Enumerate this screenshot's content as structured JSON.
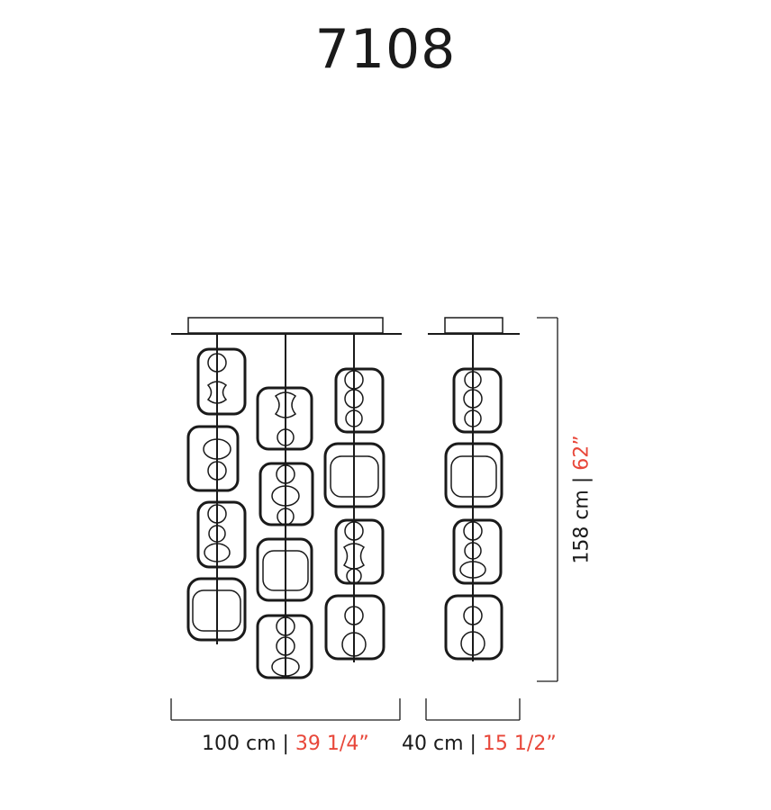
{
  "title": "7108",
  "dimensions": {
    "width_three_column": {
      "metric": "100 cm",
      "separator": " | ",
      "imperial": "39 1/4”"
    },
    "width_single_column": {
      "metric": "40 cm",
      "separator": " | ",
      "imperial": "15 1/2”"
    },
    "height": {
      "metric": "158 cm",
      "separator": " | ",
      "imperial": "62”"
    }
  },
  "colors": {
    "line": "#1a1a1a",
    "imperial_accent": "#e8473a"
  }
}
